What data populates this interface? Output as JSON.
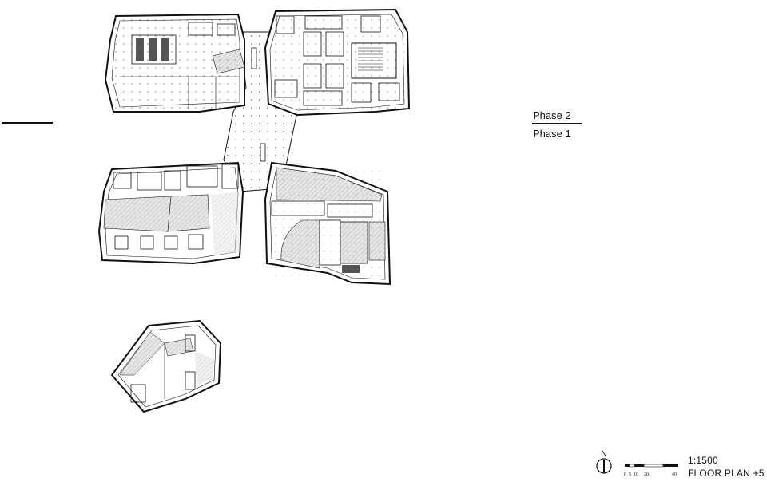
{
  "legend": {
    "phase_upper": "Phase 2",
    "phase_lower": "Phase 1"
  },
  "north_arrow": {
    "label": "N"
  },
  "scale_bar": {
    "ticks": [
      "0",
      "5",
      "10",
      "20",
      "40"
    ]
  },
  "drawing": {
    "scale": "1:1500",
    "title": "FLOOR PLAN +5"
  },
  "colors": {
    "line": "#111111",
    "hatch": "#cfcfcf",
    "fill": "#e4e4e4"
  }
}
